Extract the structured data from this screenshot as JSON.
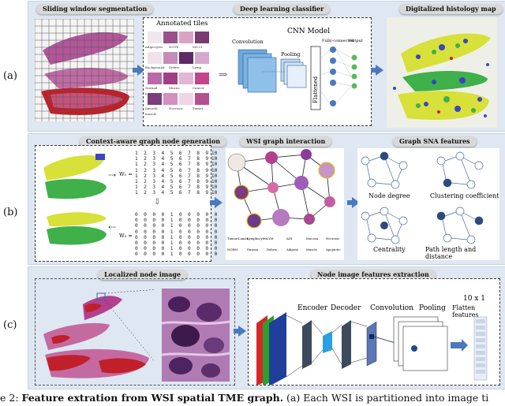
{
  "rows": {
    "a": {
      "label": "(a)",
      "headers": {
        "sliding": "Sliding window segmentation",
        "classifier": "Deep learning classifier",
        "map": "Digitalized histology map"
      },
      "tiles_title": "Annotated tiles",
      "tile_labels": [
        "Adipocytes",
        "NOTE",
        "MUCI",
        "Background",
        "Debris",
        "Lymp.",
        "Normal mucosa",
        "Mucus",
        "Cancer-assoc.",
        "Smooth muscle",
        "Necrosis",
        "Tumor"
      ],
      "cnn": {
        "title": "CNN Model",
        "convolution": "Convolution",
        "pooling": "Pooling",
        "flattened": "Flattened",
        "fully_connected": "Fully-connected",
        "output": "Output"
      }
    },
    "b": {
      "label": "(b)",
      "headers": {
        "context": "Context-aware graph node generation",
        "wsi_graph": "WSI graph interaction",
        "sna": "Graph SNA features"
      },
      "w1_label": "W₁ =",
      "w2_label": "W₂ =",
      "legend": [
        "Tumor/Lumen",
        "Lymphocytes",
        "LYM",
        "ADI",
        "Mucosa",
        "Necrosis",
        "NORM",
        "Stroma",
        "Debris",
        "Adipose",
        "Muscle",
        "Apoptotic"
      ],
      "sna_features": [
        "Node degree",
        "Clustering coefficient",
        "Centrality",
        "Path length and distance"
      ]
    },
    "c": {
      "label": "(c)",
      "headers": {
        "localized": "Localized node image",
        "extraction": "Node image features extraction"
      },
      "encoder": "Encoder",
      "decoder": "Decoder",
      "convolution": "Convolution",
      "pooling": "Pooling",
      "flatten_dim": "10 x 1",
      "flatten_label": "Flatten features"
    }
  },
  "caption": {
    "prefix": "e 2:",
    "bold": "Feature extration from WSI spatial TME graph.",
    "rest": "(a) Each WSI is partitioned into image ti"
  },
  "colors": {
    "panel_bg": "#dfe7f2",
    "arrow_blue": "#4a79bd",
    "tissue_pink": "#c46aa0",
    "tissue_red": "#c0202a",
    "map_yellow": "#d8e03a",
    "map_green": "#3fb04a"
  }
}
